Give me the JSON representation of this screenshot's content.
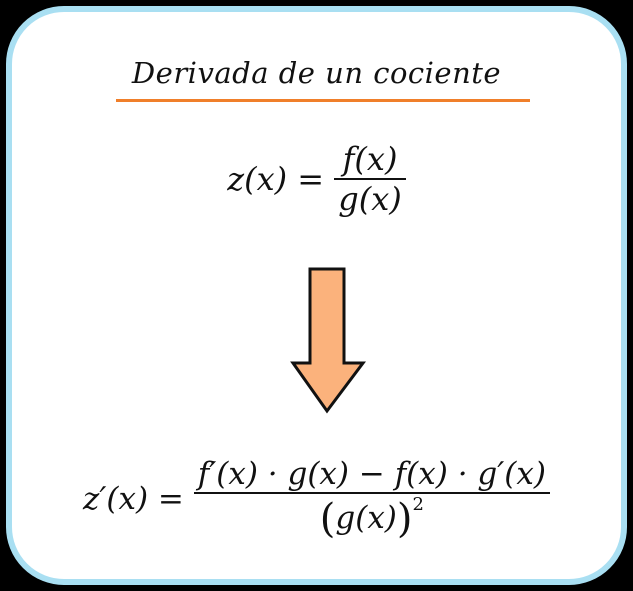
{
  "title": "Derivada de un cociente",
  "colors": {
    "border": "#a9dff2",
    "underline": "#f07f2a",
    "arrow_fill": "#fbb27c",
    "arrow_stroke": "#111111"
  },
  "formula_definition": {
    "lhs": "z(x) =",
    "numerator": "f(x)",
    "denominator": "g(x)"
  },
  "arrow_icon": "arrow-down-icon",
  "formula_derivative": {
    "lhs": "z′(x) =",
    "numerator": "f′(x) · g(x) − f(x) · g′(x)",
    "denominator_open": "(",
    "denominator_inner": "g(x)",
    "denominator_close": ")",
    "exponent": "2"
  }
}
